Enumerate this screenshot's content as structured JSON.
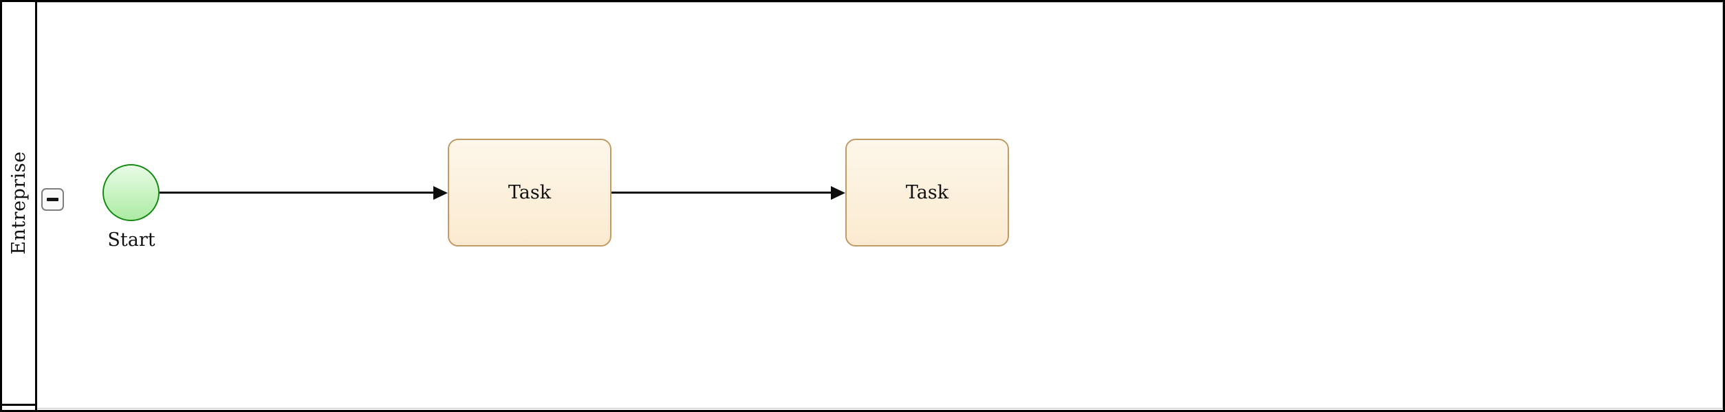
{
  "pool": {
    "lane_label": "Entreprise",
    "collapse_button": {
      "icon": "minus"
    }
  },
  "nodes": {
    "start": {
      "type": "start-event",
      "label": "Start"
    },
    "task1": {
      "type": "task",
      "label": "Task"
    },
    "task2": {
      "type": "task",
      "label": "Task"
    }
  },
  "edges": [
    {
      "from": "start",
      "to": "task1",
      "style": "sequence-flow-arrow"
    },
    {
      "from": "task1",
      "to": "task2",
      "style": "sequence-flow-arrow"
    }
  ],
  "colors": {
    "frame_stroke": "#000000",
    "pool_stroke": "#000000",
    "inset_stroke": "#c0c0c0",
    "edge_color": "#0d0d0d",
    "text_color": "#111111",
    "button_stroke": "#7e7e7e",
    "button_fill": "#fafafa",
    "minus_color": "#141414",
    "start_stroke": "#168c16",
    "start_fill_top": "#e8fce5",
    "start_fill_bottom": "#aceba3",
    "task_stroke": "#c19a65",
    "task_fill_top": "#fdf7ea",
    "task_fill_bottom": "#fbead0"
  }
}
